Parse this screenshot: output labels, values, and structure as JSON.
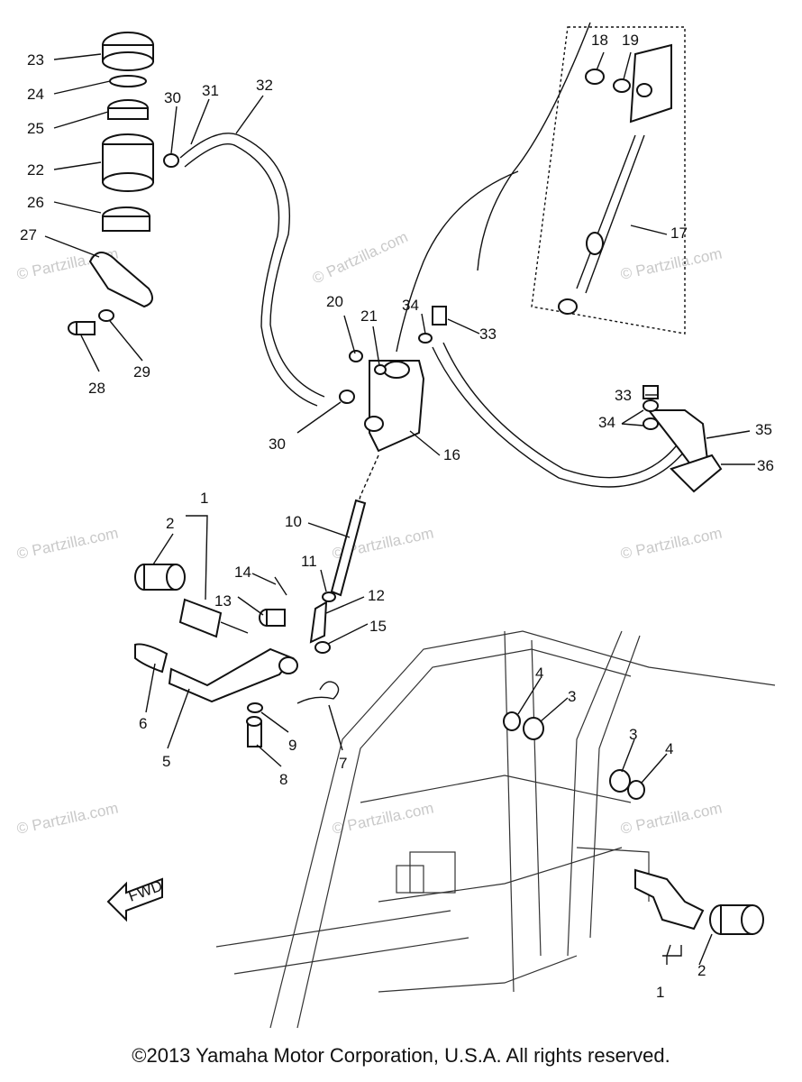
{
  "watermark": "© Partzilla.com",
  "copyright": "©2013 Yamaha Motor Corporation, U.S.A. All rights reserved.",
  "fwd_label": "FWD",
  "callouts": {
    "c1a": "1",
    "c2a": "2",
    "c1b": "1",
    "c2b": "2",
    "c3a": "3",
    "c4a": "4",
    "c3b": "3",
    "c4b": "4",
    "c5": "5",
    "c6": "6",
    "c7": "7",
    "c8": "8",
    "c9": "9",
    "c10": "10",
    "c11": "11",
    "c12": "12",
    "c13": "13",
    "c14": "14",
    "c15": "15",
    "c16": "16",
    "c17": "17",
    "c18": "18",
    "c19": "19",
    "c20": "20",
    "c21": "21",
    "c22": "22",
    "c23": "23",
    "c24": "24",
    "c25": "25",
    "c26": "26",
    "c27": "27",
    "c28": "28",
    "c29": "29",
    "c30a": "30",
    "c30b": "30",
    "c31": "31",
    "c32": "32",
    "c33a": "33",
    "c33b": "33",
    "c34a": "34",
    "c34b": "34",
    "c35": "35",
    "c36": "36"
  }
}
